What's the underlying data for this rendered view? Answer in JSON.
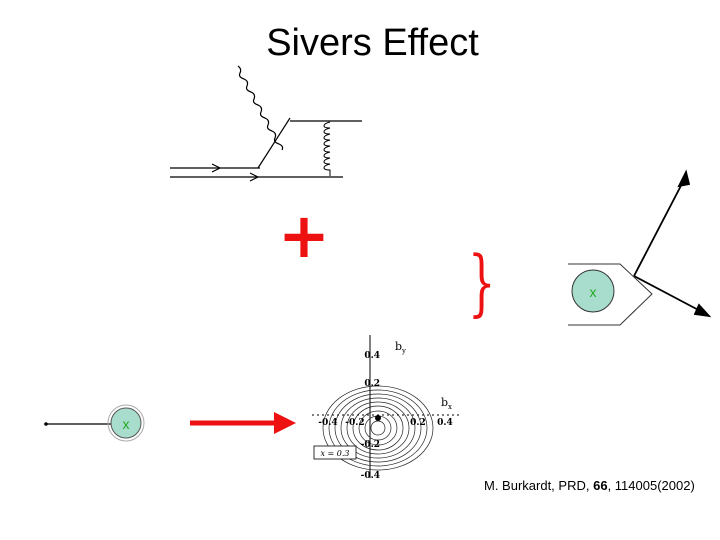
{
  "slide": {
    "title": "Sivers Effect",
    "operator_symbol": "+",
    "brace_symbol": "}",
    "citation": {
      "authors": "M. Burkardt, PRD,",
      "volume": "66",
      "rest": ", 114005(2002)"
    }
  },
  "markers": {
    "right_target_label": "x",
    "left_target_label": "x"
  },
  "contour_plot": {
    "y_axis_label": "b",
    "y_axis_sub": "y",
    "x_axis_label": "b",
    "x_axis_sub": "x",
    "y_ticks": [
      "0.4",
      "0.2",
      "-0.2",
      "-0.4"
    ],
    "x_ticks": [
      "-0.4",
      "-0.2",
      "0.2",
      "0.4"
    ],
    "legend": "x = 0.3"
  },
  "colors": {
    "operator": "#ee1111",
    "target_fill": "#a8dccc",
    "target_label": "#22aa22",
    "arrow": "#ee1111"
  },
  "icons": {
    "feynman_diagram": "photon-gluon-quark-diagram",
    "scattering_arrow": "deflected-track-arrow",
    "red_arrow": "right-arrow"
  }
}
